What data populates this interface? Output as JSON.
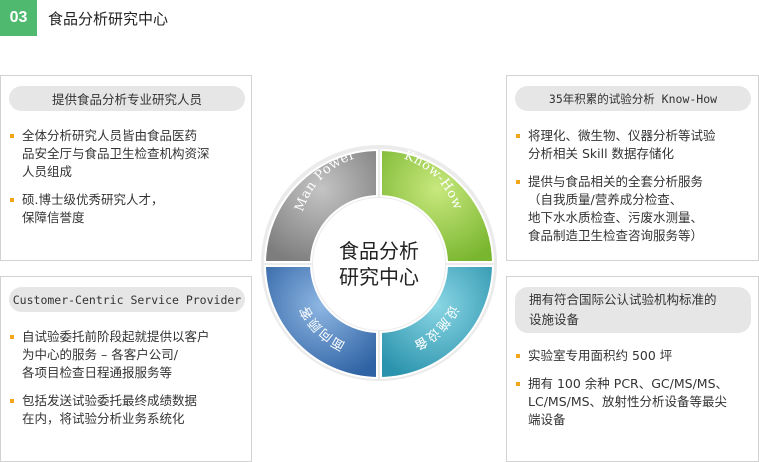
{
  "header": {
    "number": "03",
    "title": "食品分析研究中心"
  },
  "diagram": {
    "center_line1": "食品分析",
    "center_line2": "研究中心",
    "segments": [
      {
        "label": "Man Power",
        "color": "#8c8c8c"
      },
      {
        "label": "Know-How",
        "color": "#8cc63f"
      },
      {
        "label": "设施设备",
        "color": "#3aa6bf"
      },
      {
        "label": "面向顾客",
        "color": "#3f74b0"
      }
    ]
  },
  "panels": {
    "top_left": {
      "title": "提供食品分析专业研究人员",
      "bullets": [
        "全体分析研究人员皆由食品医药\n品安全厅与食品卫生检查机构资深\n人员组成",
        "硕.博士级优秀研究人才，\n保障信誉度"
      ]
    },
    "top_right": {
      "title": "35年积累的试验分析 Know-How",
      "bullets": [
        "将理化、微生物、仪器分析等试验\n分析相关 Skill 数据存储化",
        "提供与食品相关的全套分析服务\n（自我质量/营养成分检查、\n地下水水质检查、污废水测量、\n食品制造卫生检查咨询服务等）"
      ]
    },
    "bottom_left": {
      "title": "Customer-Centric Service Provider",
      "bullets": [
        "自试验委托前阶段起就提供以客户\n为中心的服务 – 各客户公司/\n各项目检查日程通报服务等",
        "包括发送试验委托最终成绩数据\n在内，将试验分析业务系统化"
      ]
    },
    "bottom_right": {
      "title": "拥有符合国际公认试验机构标准的\n设施设备",
      "bullets": [
        "实验室专用面积约 500 坪",
        "拥有 100 余种 PCR、GC/MS/MS、\nLC/MS/MS、放射性分析设备等最尖\n端设备"
      ]
    }
  }
}
